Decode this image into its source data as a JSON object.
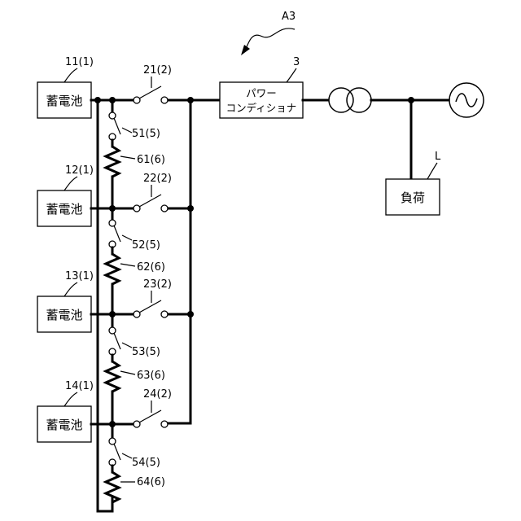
{
  "figure_label": "A3",
  "batteries": [
    {
      "ref": "11(1)",
      "name": "蓄電池"
    },
    {
      "ref": "12(1)",
      "name": "蓄電池"
    },
    {
      "ref": "13(1)",
      "name": "蓄電池"
    },
    {
      "ref": "14(1)",
      "name": "蓄電池"
    }
  ],
  "main_switches": [
    "21(2)",
    "22(2)",
    "23(2)",
    "24(2)"
  ],
  "bypass_switches": [
    "51(5)",
    "52(5)",
    "53(5)",
    "54(5)"
  ],
  "resistors": [
    "61(6)",
    "62(6)",
    "63(6)",
    "64(6)"
  ],
  "power_conditioner": {
    "ref": "3",
    "line1": "パワー",
    "line2": "コンディショナ"
  },
  "load": {
    "ref": "L",
    "name": "負荷"
  }
}
